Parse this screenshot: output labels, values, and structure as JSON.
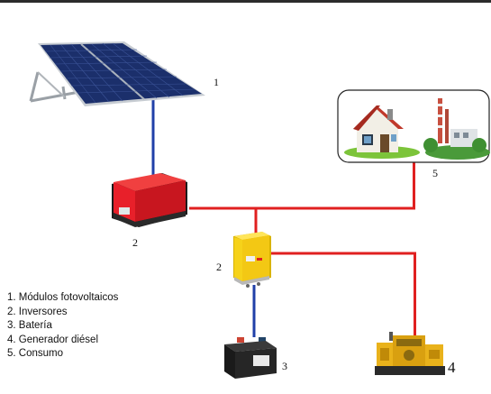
{
  "labels": {
    "panel": "1",
    "inverter_top": "2",
    "inverter_mid": "2",
    "battery": "3",
    "generator": "4",
    "consumption": "5"
  },
  "legend": [
    "1. Módulos fotovoltaicos",
    "2. Inversores",
    "3. Batería",
    "4. Generador diésel",
    "5. Consumo"
  ],
  "colors": {
    "ac_wire": "#e02020",
    "dc_wire": "#2040a8",
    "inverter_red": "#e8202a",
    "inverter_yellow": "#f6d21a",
    "panel_blue": "#1b2f6b",
    "generator_yellow": "#e9b21b"
  }
}
